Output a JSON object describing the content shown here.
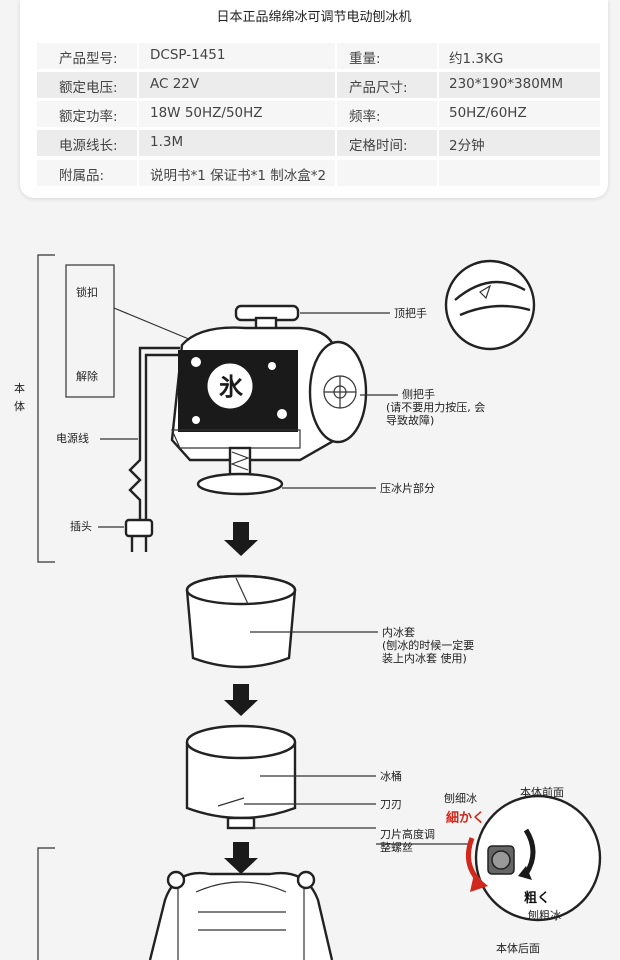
{
  "spec": {
    "title": "日本正品绵绵冰可调节电动刨冰机",
    "rows": [
      {
        "label1": "产品型号:",
        "value1": "DCSP-1451",
        "label2": "重量:",
        "value2": "约1.3KG"
      },
      {
        "label1": "额定电压:",
        "value1": "AC 22V",
        "label2": "产品尺寸:",
        "value2": "230*190*380MM"
      },
      {
        "label1": "额定功率:",
        "value1": "18W 50HZ/50HZ",
        "label2": "频率:",
        "value2": "50HZ/60HZ"
      },
      {
        "label1": "电源线长:",
        "value1": "1.3M",
        "label2": "定格时间:",
        "value2": "2分钟"
      },
      {
        "label1": "附属品:",
        "value1": "说明书*1  保证书*1  制冰盒*2",
        "label2": "",
        "value2": ""
      }
    ]
  },
  "diagram": {
    "body_label_1": "本",
    "body_label_2": "体",
    "lock": "锁扣",
    "release": "解除",
    "power_cord": "电源线",
    "plug": "插头",
    "top_handle": "顶把手",
    "side_handle": "侧把手",
    "side_handle_note_1": "(请不要用力按压, 会",
    "side_handle_note_2": "导致故障)",
    "press_part": "压冰片部分",
    "inner_sleeve": "内冰套",
    "inner_note_1": "(刨冰的时候一定要",
    "inner_note_2": "装上内冰套  使用)",
    "bucket": "冰桶",
    "blade": "刀刃",
    "screw_1": "刀片高度调",
    "screw_2": "整螺丝",
    "fine_ice": "刨细冰",
    "front": "本体前面",
    "fine_jp": "細かく",
    "coarse_jp": "粗く",
    "coarse_ice": "刨粗冰",
    "back": "本体后面"
  },
  "colors": {
    "accent_red": "#d0281c",
    "card_bg": "#ffffff",
    "page_bg": "#f4f4f4"
  }
}
